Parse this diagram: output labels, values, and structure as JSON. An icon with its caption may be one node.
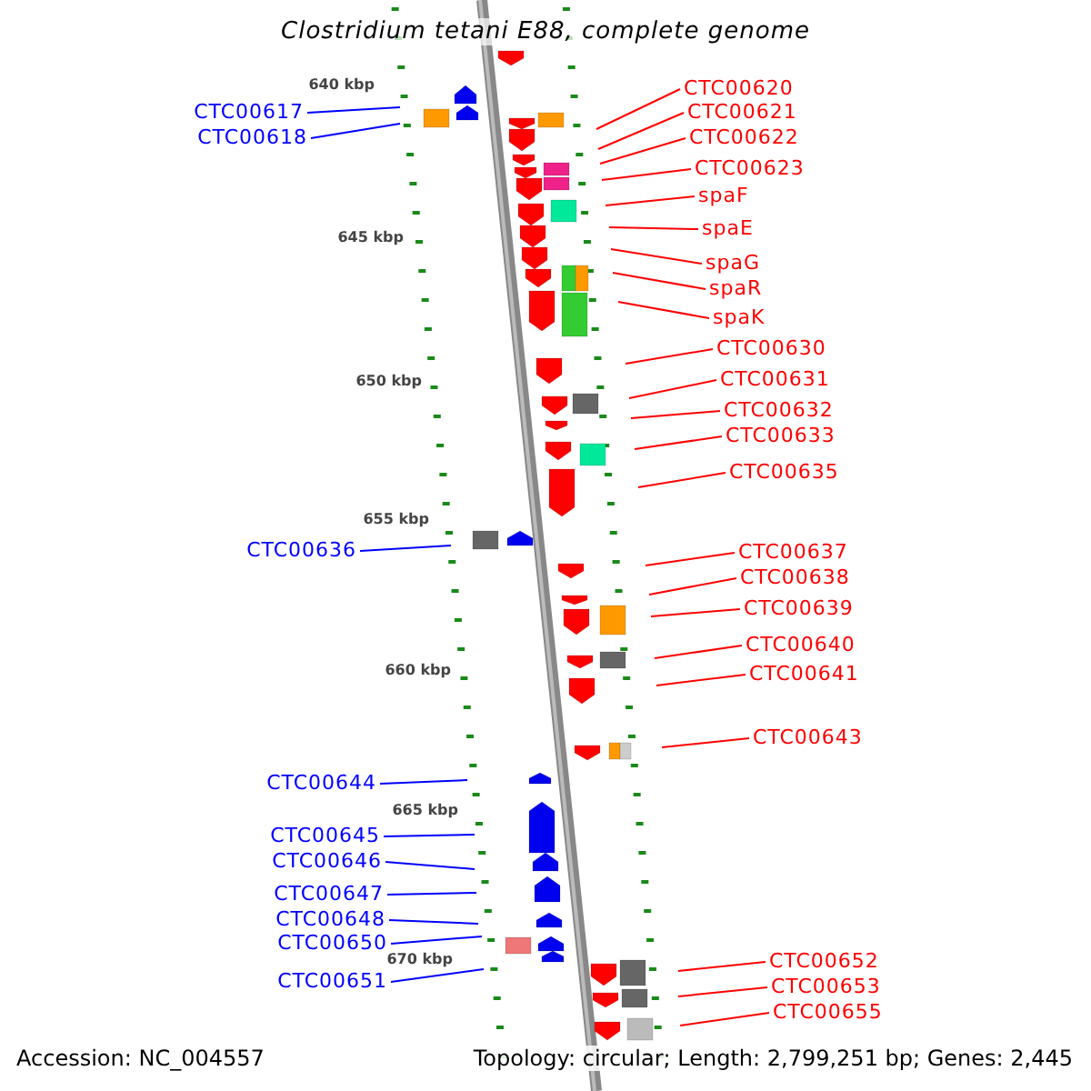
{
  "diagram": {
    "title": "Clostridium tetani E88, complete genome",
    "nodes": [
      {
        "text": [
          "CTC00617"
        ]
      },
      {
        "text": [
          "CTC00618"
        ]
      },
      {
        "text": [
          "CTC00620"
        ]
      },
      {
        "text": [
          "CTC00621"
        ]
      },
      {
        "text": [
          "CTC00622"
        ]
      },
      {
        "text": [
          "CTC00623"
        ]
      },
      {
        "text": [
          "spaF"
        ]
      },
      {
        "text": [
          "spaE"
        ]
      },
      {
        "text": [
          "spaG"
        ]
      },
      {
        "text": [
          "spaR"
        ]
      },
      {
        "text": [
          "spaK"
        ]
      },
      {
        "text": [
          "CTC00630"
        ]
      },
      {
        "text": [
          "CTC00631"
        ]
      },
      {
        "text": [
          "CTC00632"
        ]
      },
      {
        "text": [
          "CTC00633"
        ]
      },
      {
        "text": [
          "CTC00635"
        ]
      },
      {
        "text": [
          "CTC00636"
        ]
      },
      {
        "text": [
          "CTC00637"
        ]
      },
      {
        "text": [
          "CTC00638"
        ]
      },
      {
        "text": [
          "CTC00639"
        ]
      },
      {
        "text": [
          "CTC00640"
        ]
      },
      {
        "text": [
          "CTC00641"
        ]
      },
      {
        "text": [
          "CTC00643"
        ]
      },
      {
        "text": [
          "CTC00644"
        ]
      },
      {
        "text": [
          "CTC00645"
        ]
      },
      {
        "text": [
          "CTC00646"
        ]
      },
      {
        "text": [
          "CTC00647"
        ]
      },
      {
        "text": [
          "CTC00648"
        ]
      },
      {
        "text": [
          "CTC00650"
        ]
      },
      {
        "text": [
          "CTC00651"
        ]
      },
      {
        "text": [
          "CTC00652"
        ]
      },
      {
        "text": [
          "CTC00653"
        ]
      },
      {
        "text": [
          "CTC00655"
        ]
      }
    ],
    "edges": [
      {
        "from": 0,
        "to": null,
        "arrow": "none",
        "color": "#0000ff"
      },
      {
        "from": 1,
        "to": null,
        "arrow": "none",
        "color": "#0000ff"
      },
      {
        "from": 2,
        "to": null,
        "arrow": "none"
      },
      {
        "from": 3,
        "to": null,
        "arrow": "none"
      },
      {
        "from": 4,
        "to": null,
        "arrow": "none"
      },
      {
        "from": 5,
        "to": null,
        "arrow": "none"
      },
      {
        "from": 6,
        "to": null,
        "arrow": "none"
      },
      {
        "from": 7,
        "to": null,
        "arrow": "none"
      },
      {
        "from": 8,
        "to": null,
        "arrow": "none"
      },
      {
        "from": 9,
        "to": null,
        "arrow": "none"
      },
      {
        "from": 10,
        "to": null,
        "arrow": "none"
      },
      {
        "from": 11,
        "to": null,
        "arrow": "none"
      },
      {
        "from": 12,
        "to": null,
        "arrow": "none"
      },
      {
        "from": 13,
        "to": null,
        "arrow": "none"
      },
      {
        "from": 14,
        "to": null,
        "arrow": "none"
      },
      {
        "from": 15,
        "to": null,
        "arrow": "none"
      },
      {
        "from": 16,
        "to": null,
        "arrow": "none",
        "color": "#0000ff"
      },
      {
        "from": 17,
        "to": null,
        "arrow": "none"
      },
      {
        "from": 18,
        "to": null,
        "arrow": "none"
      },
      {
        "from": 19,
        "to": null,
        "arrow": "none"
      },
      {
        "from": 20,
        "to": null,
        "arrow": "none"
      },
      {
        "from": 21,
        "to": null,
        "arrow": "none"
      },
      {
        "from": 22,
        "to": null,
        "arrow": "none"
      },
      {
        "from": 23,
        "to": null,
        "arrow": "none",
        "color": "#0000ff"
      },
      {
        "from": 24,
        "to": null,
        "arrow": "none",
        "color": "#0000ff"
      },
      {
        "from": 25,
        "to": null,
        "arrow": "none",
        "color": "#0000ff"
      },
      {
        "from": 26,
        "to": null,
        "arrow": "none",
        "color": "#0000ff"
      },
      {
        "from": 27,
        "to": null,
        "arrow": "none",
        "color": "#0000ff"
      },
      {
        "from": 28,
        "to": null,
        "arrow": "none",
        "color": "#0000ff"
      },
      {
        "from": 29,
        "to": null,
        "arrow": "none",
        "color": "#0000ff"
      },
      {
        "from": 30,
        "to": null,
        "arrow": "none"
      },
      {
        "from": 31,
        "to": null,
        "arrow": "none"
      },
      {
        "from": 32,
        "to": null,
        "arrow": "none"
      }
    ],
    "labels": [
      "640 kbp",
      "645 kbp",
      "650 kbp",
      "655 kbp",
      "660 kbp",
      "665 kbp",
      "670 kbp",
      "Accession: NC_004557",
      "Topology: circular; Length: 2,799,251 bp; Genes: 2,445"
    ]
  }
}
